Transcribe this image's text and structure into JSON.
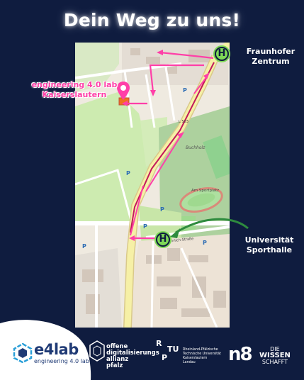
{
  "title": "Dein Weg zu uns!",
  "colors": {
    "background": "#0f1c3f",
    "accent_pink": "#ff3fa8",
    "stop_green": "#7ed957",
    "road_yellow": "#f6f0a6",
    "park_green": "#cdebb0"
  },
  "destination": {
    "name_line1": "engineering 4.0 lab",
    "name_line2": "Kaiserslautern",
    "icon": "location-pin-icon"
  },
  "stops": [
    {
      "symbol": "H",
      "line1": "Fraunhofer",
      "line2": "Zentrum",
      "icon": "bus-stop-icon"
    },
    {
      "symbol": "H",
      "line1": "Universität",
      "line2": "Sporthalle",
      "icon": "bus-stop-icon"
    }
  ],
  "map_labels": {
    "buchholz": "Buchholz",
    "sportplatz": "Am Sportplatz",
    "paul_ehrlich": "Paul-Ehrlich-Straße",
    "l503": "L 503",
    "p": "P"
  },
  "logos": {
    "e4lab_name": "e4lab",
    "e4lab_sub": "engineering 4.0 lab",
    "oda_line1": "offene",
    "oda_line2": "digitalisierungs",
    "oda_line3": "allianz",
    "oda_line4": "pfalz",
    "rptu_r": "R",
    "rptu_tu": "TU",
    "rptu_p": "P",
    "rptu_line1": "Rheinland-Pfälzische",
    "rptu_line2": "Technische Universität",
    "rptu_line3": "Kaiserslautern",
    "rptu_line4": "Landau",
    "n8_mark": "n8",
    "n8_line1": "DIE",
    "n8_line2": "WISSEN",
    "n8_line3": "SCHAFFT"
  }
}
